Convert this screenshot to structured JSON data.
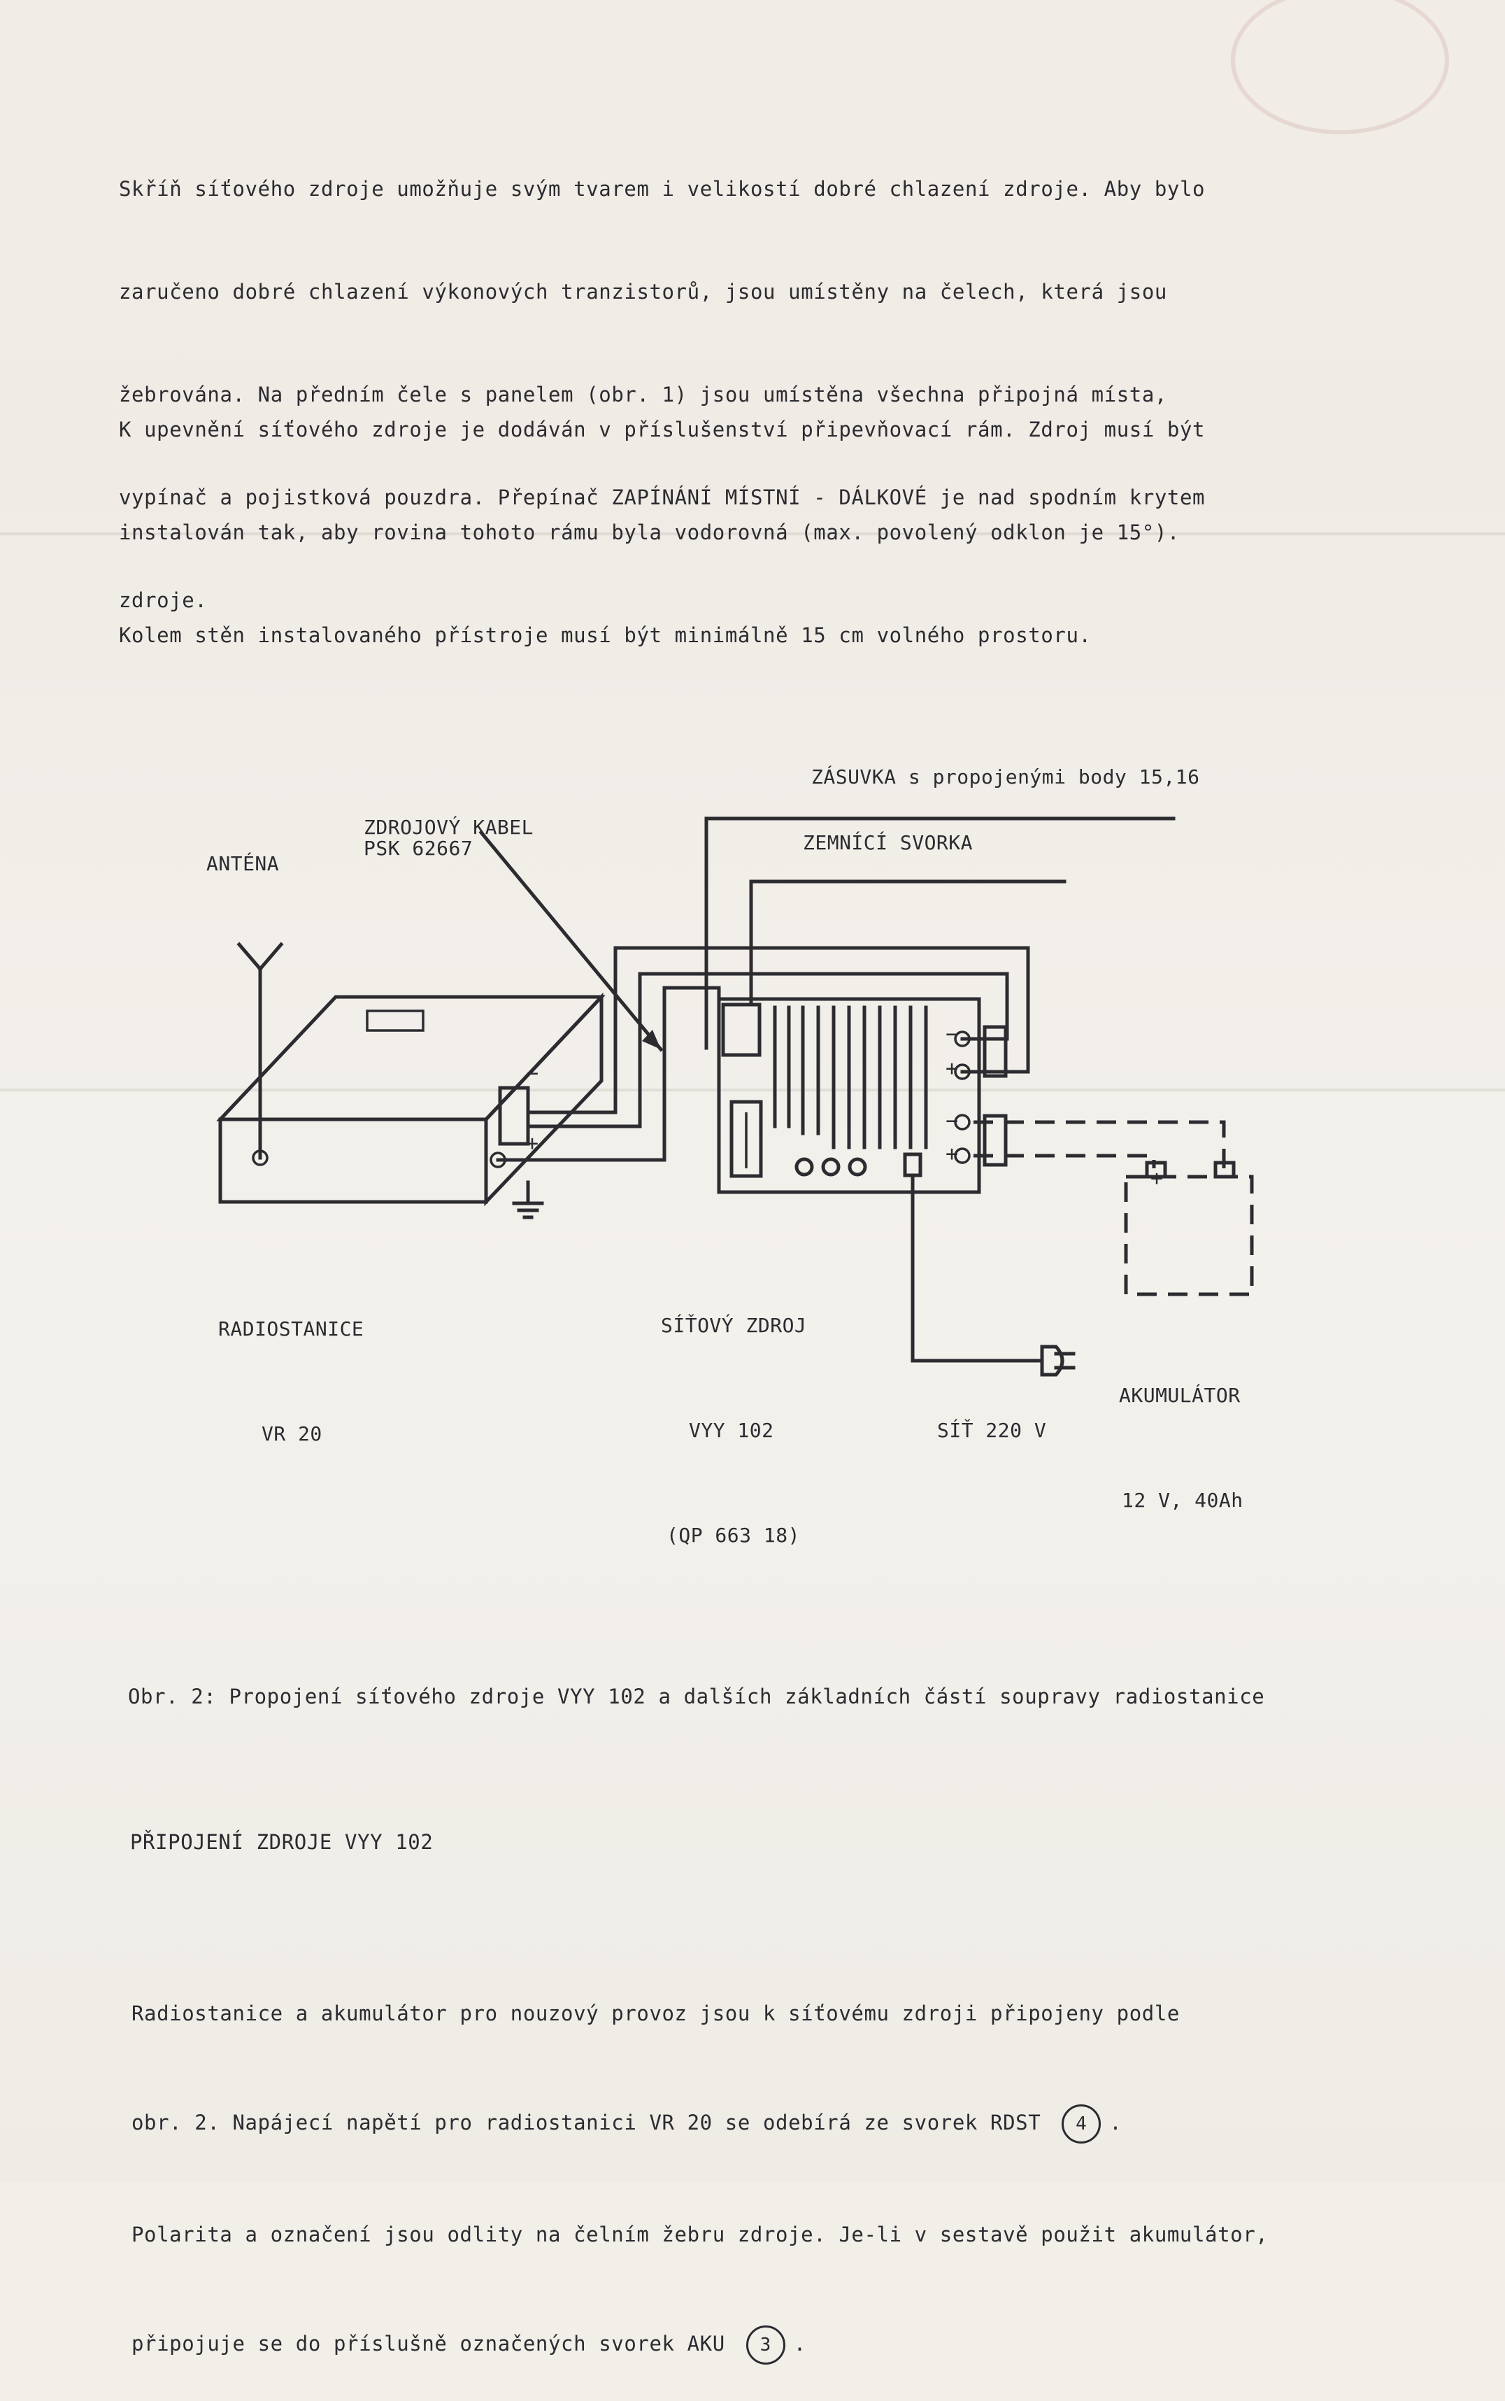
{
  "document": {
    "intro_lines": [
      "Skříň síťového zdroje umožňuje svým tvarem i velikostí dobré chlazení zdroje. Aby bylo",
      "zaručeno dobré chlazení výkonových tranzistorů, jsou umístěny na čelech, která jsou",
      "žebrována. Na předním čele s panelem (obr. 1) jsou umístěna všechna připojná místa,",
      "vypínač a pojistková pouzdra. Přepínač ZAPÍNÁNÍ MÍSTNÍ - DÁLKOVÉ je nad spodním krytem",
      "zdroje."
    ],
    "mounting_lines": [
      "K upevnění síťového zdroje je dodáván v příslušenství připevňovací rám. Zdroj musí být",
      "instalován tak, aby rovina tohoto rámu byla vodorovná (max. povolený odklon je 15°).",
      "Kolem stěn instalovaného přístroje musí být minimálně 15 cm volného prostoru."
    ],
    "figure_labels": {
      "cable_line1": "ZDROJOVÝ KABEL",
      "cable_line2": "PSK 62667",
      "socket": "ZÁSUVKA s propojenými body 15,16",
      "ground_terminal": "ZEMNÍCÍ SVORKA",
      "antenna": "ANTÉNA",
      "radio_line1": "RADIOSTANICE",
      "radio_line2": "VR 20",
      "psu_line1": "SÍŤOVÝ ZDROJ",
      "psu_line2": "VYY 102",
      "psu_line3": "(QP 663 18)",
      "battery_line1": "AKUMULÁTOR",
      "battery_line2": "12 V, 40Ah",
      "mains": "SÍŤ 220 V",
      "minus_sign": "−",
      "plus_sign": "+",
      "cable_end": "[ ‒ ‒ ]"
    },
    "figure_caption": "Obr. 2: Propojení síťového zdroje VYY 102 a dalších základních částí soupravy radiostanice",
    "section_heading": "PŘIPOJENÍ ZDROJE VYY 102",
    "connection_lines": [
      "Radiostanice a akumulátor pro nouzový provoz jsou k síťovému zdroji připojeny podle",
      "obr. 2. Napájecí napětí pro radiostanici VR 20 se odebírá ze svorek RDST",
      "Polarita a označení jsou odlity na čelním žebru zdroje. Je-li v sestavě použit akumulátor,",
      "připojuje se do příslušně označených svorek AKU"
    ],
    "rdst_circle": "4",
    "aku_circle": "3",
    "trailing_period": "."
  }
}
